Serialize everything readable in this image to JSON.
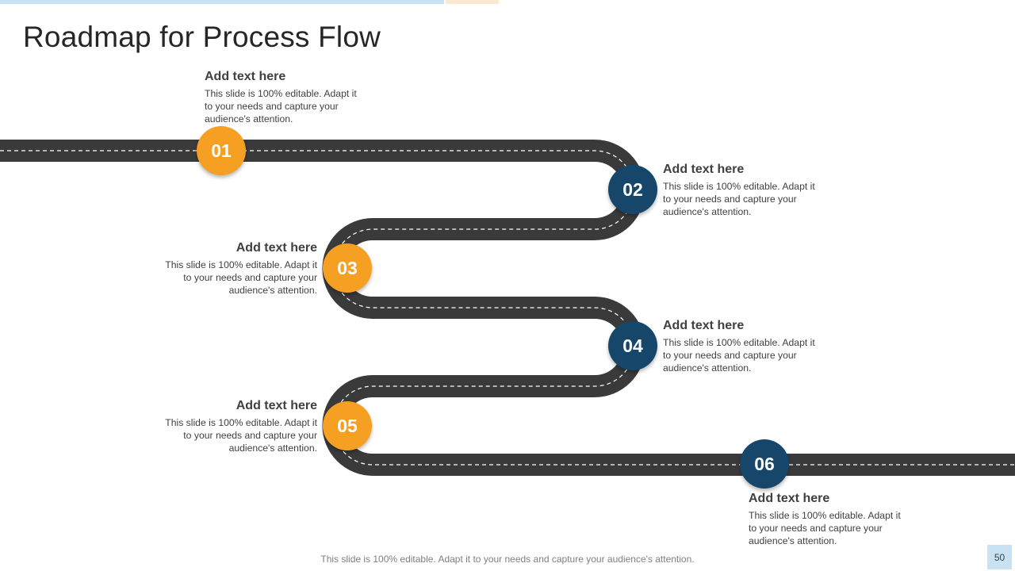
{
  "title": "Roadmap for Process Flow",
  "colors": {
    "road": "#3a3a3a",
    "lane_marking": "#ffffff",
    "orange_marker": "#f5a023",
    "navy_marker": "#16476b",
    "accent_bar_blue": "#c9e2f3",
    "accent_bar_peach": "#fde9d2"
  },
  "steps": [
    {
      "number": "01",
      "heading": "Add text here",
      "body": "This slide is 100% editable. Adapt it to your needs and capture your audience's attention.",
      "marker_color": "orange"
    },
    {
      "number": "02",
      "heading": "Add text here",
      "body": "This slide is 100% editable. Adapt it to your needs and capture your audience's attention.",
      "marker_color": "navy"
    },
    {
      "number": "03",
      "heading": "Add text here",
      "body": "This slide is 100% editable. Adapt it to your needs and capture your audience's attention.",
      "marker_color": "orange"
    },
    {
      "number": "04",
      "heading": "Add text here",
      "body": "This slide is 100% editable. Adapt it to your needs and capture your audience's attention.",
      "marker_color": "navy"
    },
    {
      "number": "05",
      "heading": "Add text here",
      "body": "This slide is 100% editable. Adapt it to your needs and capture your audience's attention.",
      "marker_color": "orange"
    },
    {
      "number": "06",
      "heading": "Add text here",
      "body": "This slide is 100% editable. Adapt it to your needs and capture your audience's attention.",
      "marker_color": "navy"
    }
  ],
  "footer": "This slide is 100% editable. Adapt it to your needs and capture your audience's attention.",
  "page_number": "50"
}
